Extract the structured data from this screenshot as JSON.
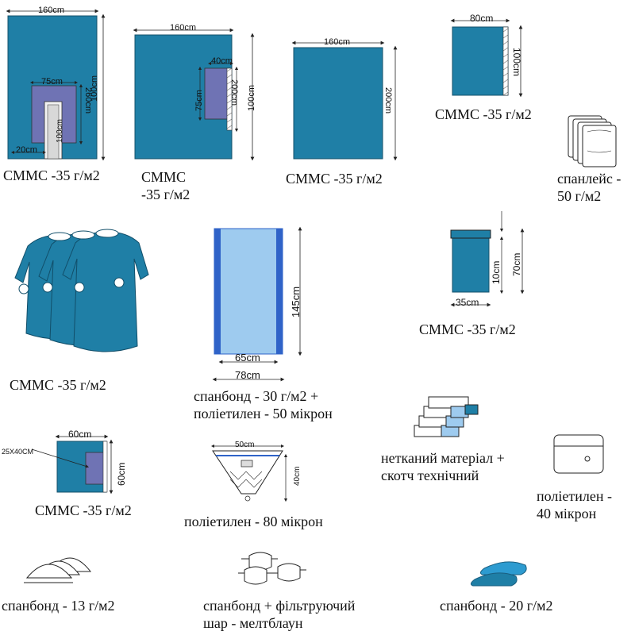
{
  "colors": {
    "drape": "#1f7fa6",
    "patch": "#6f73b4",
    "patch_light": "#8d93c8",
    "bag_inner": "#9ecbef",
    "bag_edge": "#2f63c8",
    "line": "#222222"
  },
  "items": [
    {
      "id": "drape-1",
      "caption": "СММС -35 г/м2",
      "dims": [
        "160cm",
        "260cm",
        "75cm",
        "100cm",
        "100cm",
        "20cm"
      ]
    },
    {
      "id": "drape-2",
      "caption": [
        "СММС",
        "-35 г/м2"
      ],
      "dims": [
        "160cm",
        "40cm",
        "75cm",
        "100cm",
        "200cm"
      ]
    },
    {
      "id": "drape-3",
      "caption": "СММС -35 г/м2",
      "dims": [
        "160cm",
        "200cm"
      ]
    },
    {
      "id": "drape-4",
      "caption": "СММС -35 г/м2",
      "dims": [
        "80cm",
        "100cm"
      ]
    },
    {
      "id": "towels",
      "caption": [
        "спанлейс -",
        "50 г/м2"
      ]
    },
    {
      "id": "gowns",
      "caption": "СММС -35 г/м2"
    },
    {
      "id": "bag",
      "caption": [
        "спанбонд - 30 г/м2 +",
        "поліетилен - 50 мікрон"
      ],
      "dims": [
        "145cm",
        "65cm",
        "78cm"
      ]
    },
    {
      "id": "cover",
      "caption": "СММС -35 г/м2",
      "dims": [
        "70cm",
        "10cm",
        "35cm"
      ]
    },
    {
      "id": "small-drape",
      "caption": "СММС -35 г/м2",
      "dims": [
        "60cm",
        "60cm",
        "25X40CM"
      ]
    },
    {
      "id": "pouch",
      "caption": "поліетилен - 80 мікрон",
      "dims": [
        "50cm",
        "40cm"
      ]
    },
    {
      "id": "tape",
      "caption": [
        "нетканий матеріал +",
        "скотч технічний"
      ]
    },
    {
      "id": "cover-40",
      "caption": [
        "поліетилен -",
        "40 мікрон"
      ]
    },
    {
      "id": "caps",
      "caption": "спанбонд - 13 г/м2"
    },
    {
      "id": "masks",
      "caption": [
        "спанбонд + фільтруючий",
        "шар - мелтблаун"
      ]
    },
    {
      "id": "shoe-covers",
      "caption": "спанбонд - 20 г/м2"
    }
  ]
}
